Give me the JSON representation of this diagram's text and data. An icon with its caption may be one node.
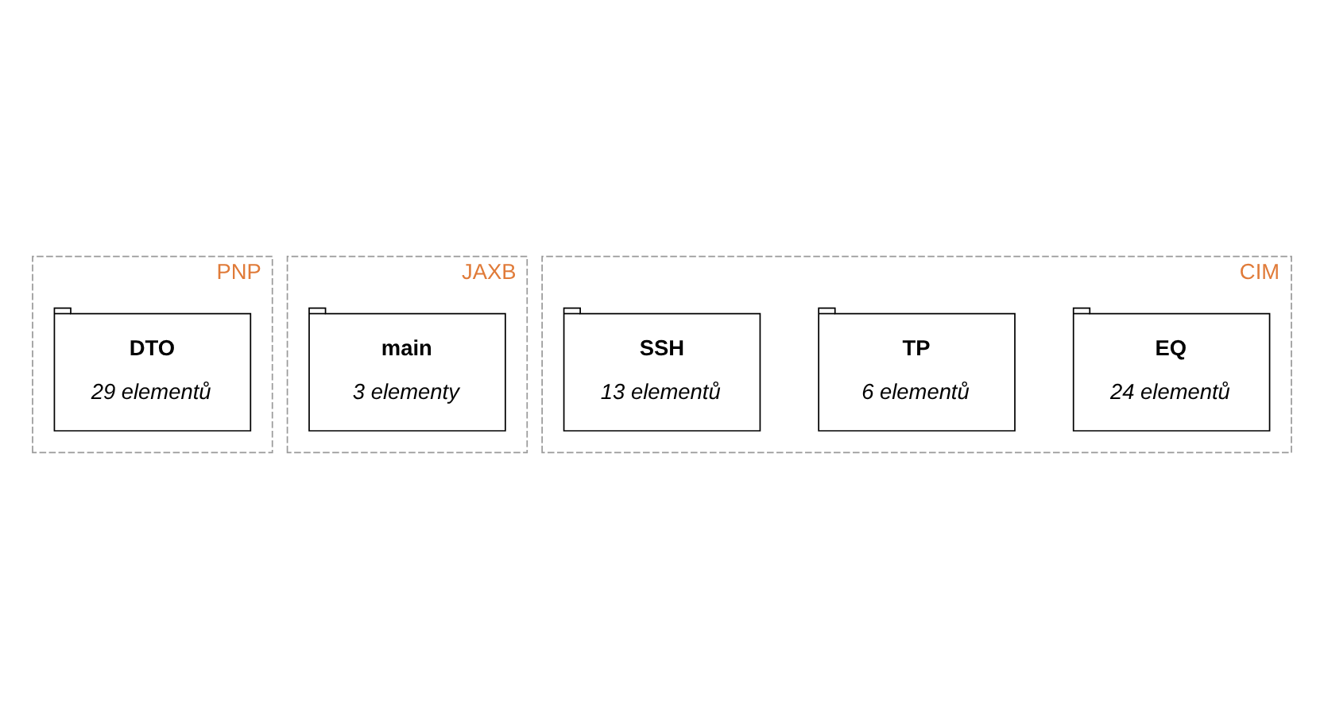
{
  "diagram": {
    "nodes": [
      {
        "text": [
          "PNP"
        ]
      },
      {
        "text": [
          "DTO",
          "29 elementů"
        ],
        "in": 0
      },
      {
        "text": [
          "JAXB"
        ]
      },
      {
        "text": [
          "main",
          "3 elementy"
        ],
        "in": 2
      },
      {
        "text": [
          "CIM"
        ]
      },
      {
        "text": [
          "EQ",
          "24 elementů"
        ],
        "in": 4
      },
      {
        "text": [
          "TP",
          "6 elementů"
        ],
        "in": 4
      },
      {
        "text": [
          "SSH",
          "13 elementů"
        ],
        "in": 4
      }
    ]
  }
}
